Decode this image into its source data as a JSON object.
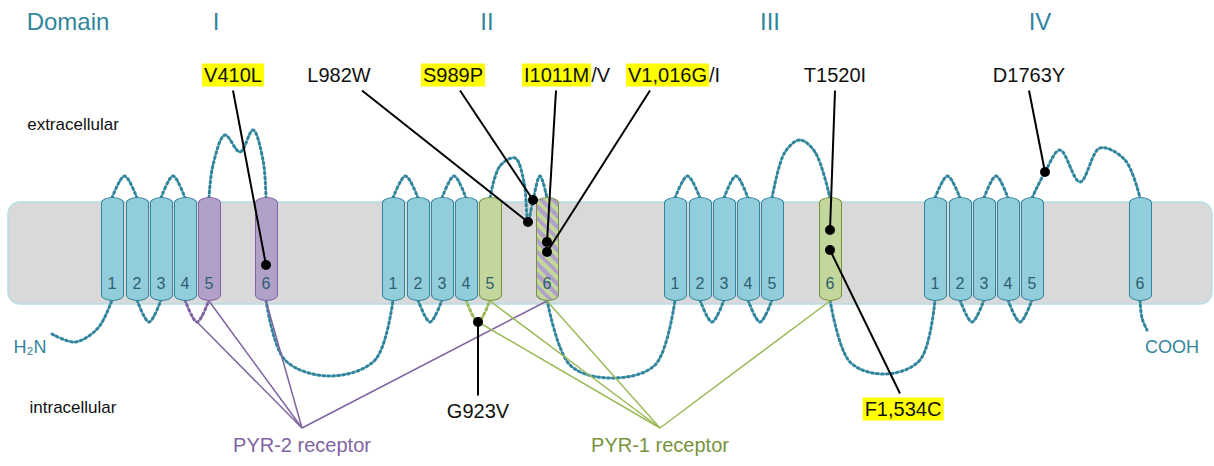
{
  "diagram": {
    "nodes": [
      {
        "text": [
          "1"
        ]
      },
      {
        "text": [
          "2"
        ]
      },
      {
        "text": [
          "3"
        ]
      },
      {
        "text": [
          "4"
        ]
      },
      {
        "text": [
          "5"
        ]
      },
      {
        "text": [
          "6"
        ]
      },
      {
        "text": [
          "1"
        ]
      },
      {
        "text": [
          "2"
        ]
      },
      {
        "text": [
          "3"
        ]
      },
      {
        "text": [
          "4"
        ]
      },
      {
        "text": [
          "5"
        ]
      },
      {
        "text": [
          "6"
        ]
      },
      {
        "text": [
          "1"
        ]
      },
      {
        "text": [
          "2"
        ]
      },
      {
        "text": [
          "3"
        ]
      },
      {
        "text": [
          "4"
        ]
      },
      {
        "text": [
          "5"
        ]
      },
      {
        "text": [
          "6"
        ]
      },
      {
        "text": [
          "1"
        ]
      },
      {
        "text": [
          "2"
        ]
      },
      {
        "text": [
          "3"
        ]
      },
      {
        "text": [
          "4"
        ]
      },
      {
        "text": [
          "5"
        ]
      },
      {
        "text": [
          "6"
        ]
      }
    ],
    "labels": [
      "Domain",
      "I",
      "II",
      "III",
      "IV",
      "V410L",
      "L982W",
      "S989P",
      "I1011M",
      "/V",
      "V1,016G",
      "/I",
      "T1520I",
      "D1763Y",
      "extracellular",
      "H₂N",
      "COOH",
      "intracellular",
      "G923V",
      "F1,534C",
      "PYR-2 receptor",
      "PYR-1 receptor"
    ]
  }
}
